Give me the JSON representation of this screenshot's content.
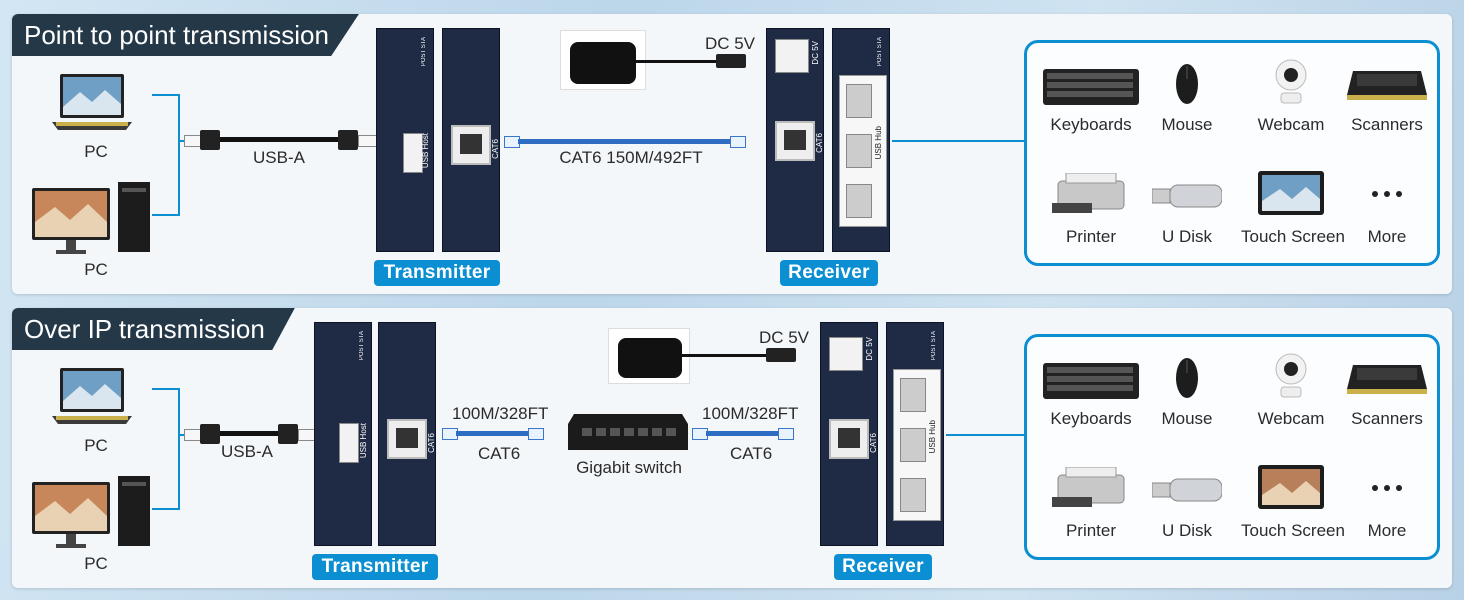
{
  "panel1": {
    "title": "Point to point transmission",
    "pc_label_1": "PC",
    "pc_label_2": "PC",
    "usb_cable_label": "USB-A",
    "transmitter_label": "Transmitter",
    "receiver_label": "Receiver",
    "power_label": "DC 5V",
    "link_label": "CAT6 150M/492FT",
    "tx_port_usb": "USB Host",
    "tx_port_cat": "CAT6",
    "tx_leds": "POST STA",
    "rx_port_dc": "DC 5V",
    "rx_port_cat": "CAT6",
    "rx_port_hub": "USB Hub",
    "rx_leds": "POST STA",
    "devices": [
      "Keyboards",
      "Mouse",
      "Webcam",
      "Scanners",
      "Printer",
      "U Disk",
      "Touch Screen",
      "More"
    ]
  },
  "panel2": {
    "title": "Over IP transmission",
    "pc_label_1": "PC",
    "pc_label_2": "PC",
    "usb_cable_label": "USB-A",
    "transmitter_label": "Transmitter",
    "receiver_label": "Receiver",
    "power_label": "DC 5V",
    "link_left_top": "100M/328FT",
    "link_left_bottom": "CAT6",
    "switch_label": "Gigabit switch",
    "link_right_top": "100M/328FT",
    "link_right_bottom": "CAT6",
    "tx_port_usb": "USB Host",
    "tx_port_cat": "CAT6",
    "tx_leds": "POST STA",
    "rx_port_dc": "DC 5V",
    "rx_port_cat": "CAT6",
    "rx_port_hub": "USB Hub",
    "rx_leds": "POST STA",
    "devices": [
      "Keyboards",
      "Mouse",
      "Webcam",
      "Scanners",
      "Printer",
      "U Disk",
      "Touch Screen",
      "More"
    ]
  },
  "colors": {
    "accent": "#0b8fd2",
    "device_dark": "#1f2a44",
    "title_bar": "#243848",
    "cat6_cable": "#2f6dc2"
  },
  "icons": [
    "laptop-icon",
    "desktop-pc-icon",
    "usb-cable-icon",
    "power-adapter-icon",
    "ethernet-cable-icon",
    "network-switch-icon",
    "keyboard-icon",
    "mouse-icon",
    "webcam-icon",
    "scanner-icon",
    "printer-icon",
    "usb-disk-icon",
    "touch-screen-icon",
    "more-icon"
  ]
}
